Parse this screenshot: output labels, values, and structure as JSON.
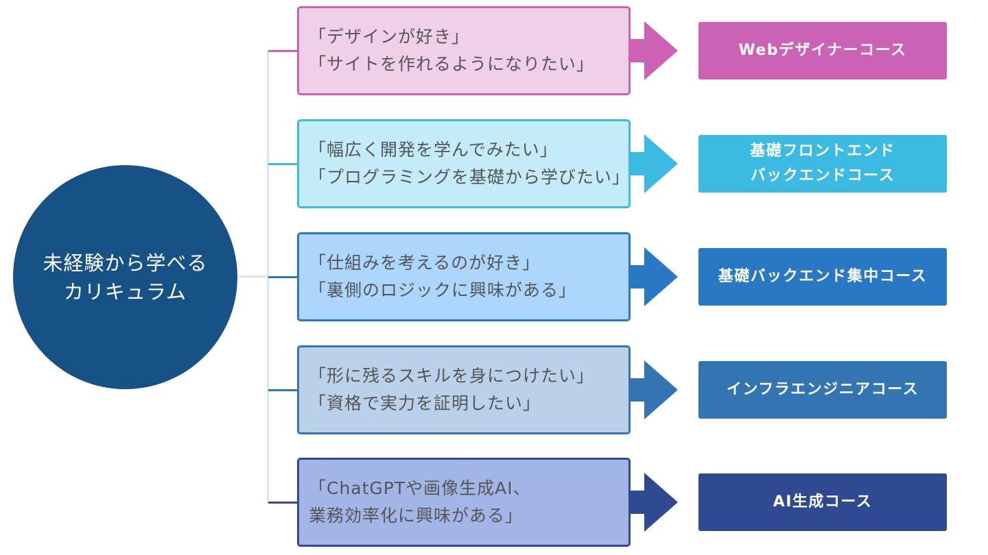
{
  "center": {
    "title_lines": [
      "未経験から学べる",
      "カリキュラム"
    ],
    "color": "#175287"
  },
  "connector_color": "#dde6ef",
  "rows": [
    {
      "needs": [
        "「デザインが好き」",
        "「サイトを作れるようになりたい」"
      ],
      "course_lines": [
        "Webデザイナーコース"
      ],
      "accent": "#cb62b6",
      "fill": "#efd0e8"
    },
    {
      "needs": [
        "「幅広く開発を学んでみたい」",
        "「プログラミングを基礎から学びたい」"
      ],
      "course_lines": [
        "基礎フロントエンド",
        "バックエンドコース"
      ],
      "accent": "#3cbbe2",
      "fill": "#c3ecf8"
    },
    {
      "needs": [
        "「仕組みを考えるのが好き」",
        "「裏側のロジックに興味がある」"
      ],
      "course_lines": [
        "基礎バックエンド集中コース"
      ],
      "accent": "#2878c4",
      "fill": "#acd6fb"
    },
    {
      "needs": [
        "「形に残るスキルを身につけたい」",
        "「資格で実力を証明したい」"
      ],
      "course_lines": [
        "インフラエンジニアコース"
      ],
      "accent": "#3375b3",
      "fill": "#bad2e9"
    },
    {
      "needs": [
        "「ChatGPTや画像生成AI、",
        " 業務効率化に興味がある」"
      ],
      "course_lines": [
        "AI生成コース"
      ],
      "accent": "#2f4a90",
      "fill": "#a2b5e7"
    }
  ]
}
